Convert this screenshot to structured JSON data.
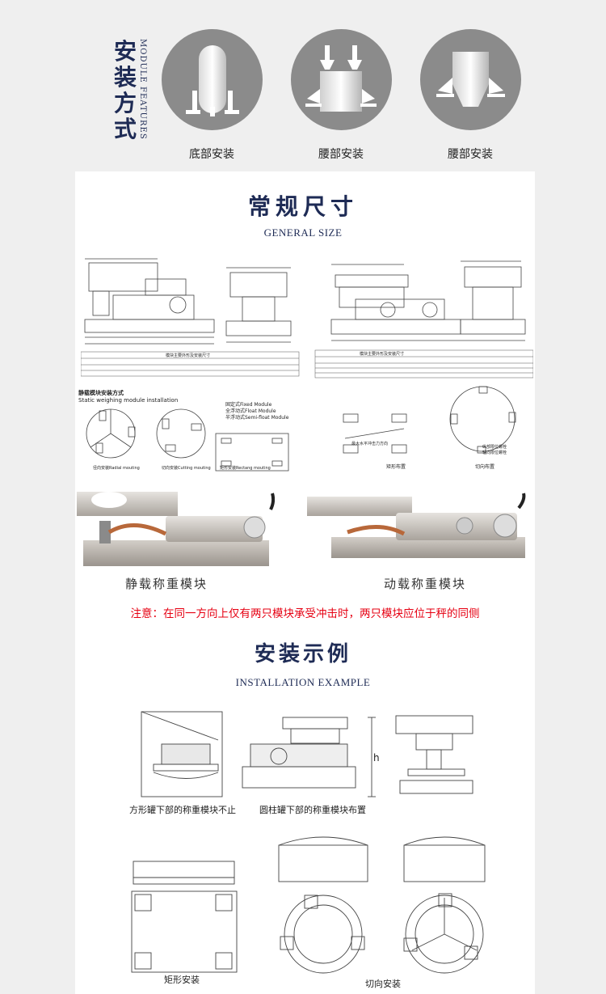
{
  "header": {
    "title_chars": [
      "安",
      "装",
      "方",
      "式"
    ],
    "subtitle": "MODULE FEATURES",
    "methods": [
      {
        "label": "底部安装",
        "icon": "tank-bottom-mount-icon"
      },
      {
        "label": "腰部安装",
        "icon": "hopper-waist-mount-icon"
      },
      {
        "label": "腰部安装",
        "icon": "cone-hopper-waist-mount-icon"
      }
    ]
  },
  "general_size": {
    "title": "常规尺寸",
    "subtitle": "GENERAL SIZE",
    "table_left_caption": "模块主要外形及安装尺寸",
    "table_right_caption": "模块主要外形及安装尺寸",
    "static_install_title": "静载模块安装方式",
    "static_install_title_en": "Static weighing module installation",
    "legend": [
      "固定式Fixed Module",
      "全浮动式Float Module",
      "半浮动式Semi-float Module"
    ],
    "layouts": [
      "径向安装Radial mouting",
      "切向安装Cutting mouting",
      "矩形安装Rectang mouting"
    ],
    "right_layouts": [
      "矩形布置",
      "切向布置"
    ],
    "force_label": "最大水平冲击力方向",
    "arrow_labels": [
      "纵部限位螺栓",
      "轴向限位螺栓"
    ],
    "module_captions": [
      "静载称重模块",
      "动载称重模块"
    ],
    "warning": "注意：在同一方向上仅有两只模块承受冲击时，两只模块应位于秤的同侧"
  },
  "installation": {
    "title": "安装示例",
    "subtitle": "INSTALLATION EXAMPLE",
    "captions": [
      "方形罐下部的称重模块不止",
      "圆柱罐下部的称重模块布置",
      "矩形安装",
      "切向安装"
    ],
    "h_label": "h"
  },
  "colors": {
    "navy": "#1e2b55",
    "warning": "#e60012",
    "circle_bg": "#8b8b8b"
  }
}
